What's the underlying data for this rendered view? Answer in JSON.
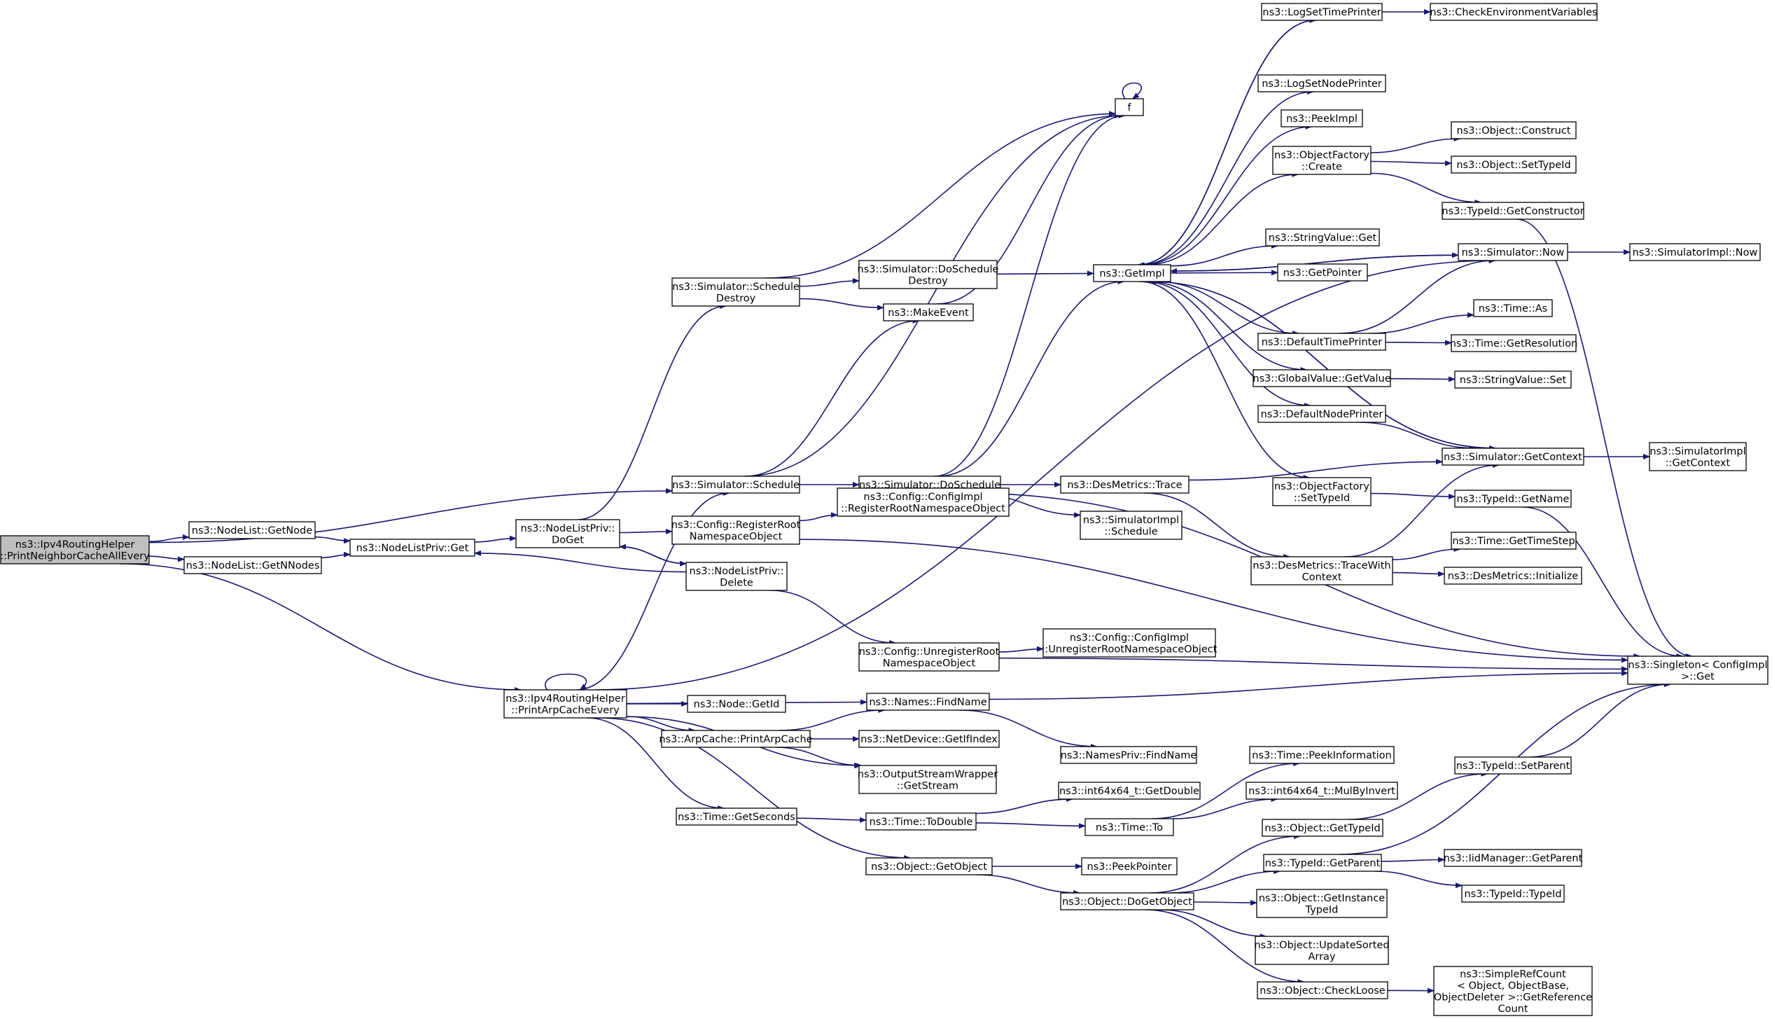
{
  "colors": {
    "edge": "#191970",
    "root_fill": "#bfbfbf",
    "node_border": "#000000",
    "truncated_border": "#ff0000",
    "node_fill": "#ffffff"
  },
  "graph": {
    "root": "ipv4_print_neighbor",
    "nodes": [
      {
        "id": "ipv4_print_neighbor",
        "lines": [
          "ns3::Ipv4RoutingHelper",
          "::PrintNeighborCacheAllEvery"
        ],
        "style": "root"
      },
      {
        "id": "nodelist_getnode",
        "lines": [
          "ns3::NodeList::GetNode"
        ],
        "style": "normal"
      },
      {
        "id": "nodelist_getnnodes",
        "lines": [
          "ns3::NodeList::GetNNodes"
        ],
        "style": "normal"
      },
      {
        "id": "nodelistpriv_get",
        "lines": [
          "ns3::NodeListPriv::Get"
        ],
        "style": "normal"
      },
      {
        "id": "nodelistpriv_doget",
        "lines": [
          "ns3::NodeListPriv::",
          "DoGet"
        ],
        "style": "normal"
      },
      {
        "id": "ipv4_print_arp",
        "lines": [
          "ns3::Ipv4RoutingHelper",
          "::PrintArpCacheEvery"
        ],
        "style": "normal"
      },
      {
        "id": "sim_schedule_destroy",
        "lines": [
          "ns3::Simulator::Schedule",
          "Destroy"
        ],
        "style": "normal"
      },
      {
        "id": "sim_schedule",
        "lines": [
          "ns3::Simulator::Schedule"
        ],
        "style": "normal"
      },
      {
        "id": "config_register_root",
        "lines": [
          "ns3::Config::RegisterRoot",
          "NamespaceObject"
        ],
        "style": "normal"
      },
      {
        "id": "nodelistpriv_delete",
        "lines": [
          "ns3::NodeListPriv::",
          "Delete"
        ],
        "style": "normal"
      },
      {
        "id": "node_getid",
        "lines": [
          "ns3::Node::GetId"
        ],
        "style": "normal"
      },
      {
        "id": "arpcache_print",
        "lines": [
          "ns3::ArpCache::PrintArpCache"
        ],
        "style": "normal"
      },
      {
        "id": "time_getseconds",
        "lines": [
          "ns3::Time::GetSeconds"
        ],
        "style": "normal"
      },
      {
        "id": "f",
        "lines": [
          "f"
        ],
        "style": "normal"
      },
      {
        "id": "sim_doschedule_destroy",
        "lines": [
          "ns3::Simulator::DoSchedule",
          "Destroy"
        ],
        "style": "truncated"
      },
      {
        "id": "makeevent",
        "lines": [
          "ns3::MakeEvent"
        ],
        "style": "normal"
      },
      {
        "id": "sim_doschedule",
        "lines": [
          "ns3::Simulator::DoSchedule"
        ],
        "style": "normal"
      },
      {
        "id": "configimpl_register",
        "lines": [
          "ns3::Config::ConfigImpl",
          "::RegisterRootNamespaceObject"
        ],
        "style": "normal"
      },
      {
        "id": "config_unregister",
        "lines": [
          "ns3::Config::UnregisterRoot",
          "NamespaceObject"
        ],
        "style": "normal"
      },
      {
        "id": "names_findname",
        "lines": [
          "ns3::Names::FindName"
        ],
        "style": "normal"
      },
      {
        "id": "netdevice_getifindex",
        "lines": [
          "ns3::NetDevice::GetIfIndex"
        ],
        "style": "normal"
      },
      {
        "id": "osw_getstream",
        "lines": [
          "ns3::OutputStreamWrapper",
          "::GetStream"
        ],
        "style": "normal"
      },
      {
        "id": "time_todouble",
        "lines": [
          "ns3::Time::ToDouble"
        ],
        "style": "normal"
      },
      {
        "id": "object_getobject",
        "lines": [
          "ns3::Object::GetObject"
        ],
        "style": "normal"
      },
      {
        "id": "getimpl",
        "lines": [
          "ns3::GetImpl"
        ],
        "style": "normal"
      },
      {
        "id": "desmetrics_trace",
        "lines": [
          "ns3::DesMetrics::Trace"
        ],
        "style": "normal"
      },
      {
        "id": "simimpl_schedule",
        "lines": [
          "ns3::SimulatorImpl",
          "::Schedule"
        ],
        "style": "normal"
      },
      {
        "id": "configimpl_unregister",
        "lines": [
          "ns3::Config::ConfigImpl",
          "::UnregisterRootNamespaceObject"
        ],
        "style": "normal"
      },
      {
        "id": "namespriv_findname",
        "lines": [
          "ns3::NamesPriv::FindName"
        ],
        "style": "normal"
      },
      {
        "id": "int64x64_getdouble",
        "lines": [
          "ns3::int64x64_t::GetDouble"
        ],
        "style": "normal"
      },
      {
        "id": "time_to",
        "lines": [
          "ns3::Time::To"
        ],
        "style": "normal"
      },
      {
        "id": "peekpointer",
        "lines": [
          "ns3::PeekPointer"
        ],
        "style": "normal"
      },
      {
        "id": "object_dogetobject",
        "lines": [
          "ns3::Object::DoGetObject"
        ],
        "style": "normal"
      },
      {
        "id": "logsettimeprinter",
        "lines": [
          "ns3::LogSetTimePrinter"
        ],
        "style": "normal"
      },
      {
        "id": "logsetnodeprinter",
        "lines": [
          "ns3::LogSetNodePrinter"
        ],
        "style": "normal"
      },
      {
        "id": "peekimpl",
        "lines": [
          "ns3::PeekImpl"
        ],
        "style": "normal"
      },
      {
        "id": "objectfactory_create",
        "lines": [
          "ns3::ObjectFactory",
          "::Create"
        ],
        "style": "normal"
      },
      {
        "id": "stringvalue_get",
        "lines": [
          "ns3::StringValue::Get"
        ],
        "style": "normal"
      },
      {
        "id": "getpointer",
        "lines": [
          "ns3::GetPointer"
        ],
        "style": "normal"
      },
      {
        "id": "defaulttimeprinter",
        "lines": [
          "ns3::DefaultTimePrinter"
        ],
        "style": "normal"
      },
      {
        "id": "globalvalue_getvalue",
        "lines": [
          "ns3::GlobalValue::GetValue"
        ],
        "style": "normal"
      },
      {
        "id": "defaultnodeprinter",
        "lines": [
          "ns3::DefaultNodePrinter"
        ],
        "style": "normal"
      },
      {
        "id": "objectfactory_settypeid",
        "lines": [
          "ns3::ObjectFactory",
          "::SetTypeId"
        ],
        "style": "normal"
      },
      {
        "id": "desmetrics_tracewith",
        "lines": [
          "ns3::DesMetrics::TraceWith",
          "Context"
        ],
        "style": "normal"
      },
      {
        "id": "time_peekinformation",
        "lines": [
          "ns3::Time::PeekInformation"
        ],
        "style": "truncated"
      },
      {
        "id": "int64x64_mulbyinvert",
        "lines": [
          "ns3::int64x64_t::MulByInvert"
        ],
        "style": "truncated"
      },
      {
        "id": "object_gettypeid",
        "lines": [
          "ns3::Object::GetTypeId"
        ],
        "style": "normal"
      },
      {
        "id": "typeid_getparent",
        "lines": [
          "ns3::TypeId::GetParent"
        ],
        "style": "normal"
      },
      {
        "id": "object_getinstancetypeid",
        "lines": [
          "ns3::Object::GetInstance",
          "TypeId"
        ],
        "style": "normal"
      },
      {
        "id": "object_updatesortedarray",
        "lines": [
          "ns3::Object::UpdateSorted",
          "Array"
        ],
        "style": "normal"
      },
      {
        "id": "object_checkloose",
        "lines": [
          "ns3::Object::CheckLoose"
        ],
        "style": "normal"
      },
      {
        "id": "checkenvvars",
        "lines": [
          "ns3::CheckEnvironmentVariables"
        ],
        "style": "truncated"
      },
      {
        "id": "object_construct",
        "lines": [
          "ns3::Object::Construct"
        ],
        "style": "truncated"
      },
      {
        "id": "object_settypeid",
        "lines": [
          "ns3::Object::SetTypeId"
        ],
        "style": "truncated"
      },
      {
        "id": "typeid_getconstructor",
        "lines": [
          "ns3::TypeId::GetConstructor"
        ],
        "style": "truncated"
      },
      {
        "id": "simulator_now",
        "lines": [
          "ns3::Simulator::Now"
        ],
        "style": "normal"
      },
      {
        "id": "time_as",
        "lines": [
          "ns3::Time::As"
        ],
        "style": "normal"
      },
      {
        "id": "time_getresolution",
        "lines": [
          "ns3::Time::GetResolution"
        ],
        "style": "truncated"
      },
      {
        "id": "stringvalue_set",
        "lines": [
          "ns3::StringValue::Set"
        ],
        "style": "normal"
      },
      {
        "id": "simulator_getcontext",
        "lines": [
          "ns3::Simulator::GetContext"
        ],
        "style": "normal"
      },
      {
        "id": "typeid_getname",
        "lines": [
          "ns3::TypeId::GetName"
        ],
        "style": "truncated"
      },
      {
        "id": "time_gettimestep",
        "lines": [
          "ns3::Time::GetTimeStep"
        ],
        "style": "normal"
      },
      {
        "id": "desmetrics_initialize",
        "lines": [
          "ns3::DesMetrics::Initialize"
        ],
        "style": "truncated"
      },
      {
        "id": "typeid_setparent",
        "lines": [
          "ns3::TypeId::SetParent"
        ],
        "style": "truncated"
      },
      {
        "id": "iidmanager_getparent",
        "lines": [
          "ns3::IidManager::GetParent"
        ],
        "style": "truncated"
      },
      {
        "id": "typeid_typeid",
        "lines": [
          "ns3::TypeId::TypeId"
        ],
        "style": "normal"
      },
      {
        "id": "simplerefcount",
        "lines": [
          "ns3::SimpleRefCount",
          "< Object, ObjectBase,",
          "ObjectDeleter >::GetReference",
          "Count"
        ],
        "style": "normal"
      },
      {
        "id": "simulatorimpl_now",
        "lines": [
          "ns3::SimulatorImpl::Now"
        ],
        "style": "normal"
      },
      {
        "id": "simulatorimpl_getcontext",
        "lines": [
          "ns3::SimulatorImpl",
          "::GetContext"
        ],
        "style": "normal"
      },
      {
        "id": "singleton_configimpl_get",
        "lines": [
          "ns3::Singleton< ConfigImpl",
          ">::Get"
        ],
        "style": "normal"
      }
    ],
    "edges": [
      [
        "ipv4_print_neighbor",
        "sim_schedule"
      ],
      [
        "ipv4_print_neighbor",
        "nodelist_getnode"
      ],
      [
        "ipv4_print_neighbor",
        "nodelist_getnnodes"
      ],
      [
        "ipv4_print_neighbor",
        "ipv4_print_arp"
      ],
      [
        "nodelist_getnode",
        "nodelistpriv_get"
      ],
      [
        "nodelist_getnnodes",
        "nodelistpriv_get"
      ],
      [
        "nodelistpriv_get",
        "nodelistpriv_doget"
      ],
      [
        "nodelistpriv_doget",
        "sim_schedule_destroy"
      ],
      [
        "nodelistpriv_doget",
        "config_register_root"
      ],
      [
        "nodelistpriv_doget",
        "nodelistpriv_delete"
      ],
      [
        "nodelistpriv_delete",
        "nodelistpriv_doget"
      ],
      [
        "nodelistpriv_delete",
        "nodelistpriv_get"
      ],
      [
        "nodelistpriv_delete",
        "config_unregister"
      ],
      [
        "ipv4_print_arp",
        "ipv4_print_arp"
      ],
      [
        "ipv4_print_arp",
        "sim_schedule"
      ],
      [
        "ipv4_print_arp",
        "simulator_now"
      ],
      [
        "ipv4_print_arp",
        "names_findname"
      ],
      [
        "ipv4_print_arp",
        "node_getid"
      ],
      [
        "ipv4_print_arp",
        "arpcache_print"
      ],
      [
        "ipv4_print_arp",
        "osw_getstream"
      ],
      [
        "ipv4_print_arp",
        "time_getseconds"
      ],
      [
        "ipv4_print_arp",
        "object_getobject"
      ],
      [
        "sim_schedule_destroy",
        "f"
      ],
      [
        "sim_schedule_destroy",
        "sim_doschedule_destroy"
      ],
      [
        "sim_schedule_destroy",
        "makeevent"
      ],
      [
        "sim_schedule",
        "makeevent"
      ],
      [
        "sim_schedule",
        "sim_doschedule"
      ],
      [
        "sim_schedule",
        "f"
      ],
      [
        "config_register_root",
        "configimpl_register"
      ],
      [
        "config_register_root",
        "singleton_configimpl_get"
      ],
      [
        "arpcache_print",
        "names_findname"
      ],
      [
        "arpcache_print",
        "netdevice_getifindex"
      ],
      [
        "arpcache_print",
        "osw_getstream"
      ],
      [
        "time_getseconds",
        "time_todouble"
      ],
      [
        "f",
        "f"
      ],
      [
        "sim_doschedule_destroy",
        "getimpl"
      ],
      [
        "makeevent",
        "f"
      ],
      [
        "sim_doschedule",
        "getimpl"
      ],
      [
        "sim_doschedule",
        "desmetrics_trace"
      ],
      [
        "sim_doschedule",
        "simimpl_schedule"
      ],
      [
        "sim_doschedule",
        "f"
      ],
      [
        "sim_doschedule",
        "singleton_configimpl_get"
      ],
      [
        "config_unregister",
        "configimpl_unregister"
      ],
      [
        "config_unregister",
        "singleton_configimpl_get"
      ],
      [
        "names_findname",
        "namespriv_findname"
      ],
      [
        "names_findname",
        "singleton_configimpl_get"
      ],
      [
        "time_todouble",
        "int64x64_getdouble"
      ],
      [
        "time_todouble",
        "time_to"
      ],
      [
        "object_getobject",
        "peekpointer"
      ],
      [
        "object_getobject",
        "object_dogetobject"
      ],
      [
        "getimpl",
        "logsettimeprinter"
      ],
      [
        "getimpl",
        "logsetnodeprinter"
      ],
      [
        "getimpl",
        "peekimpl"
      ],
      [
        "getimpl",
        "objectfactory_create"
      ],
      [
        "getimpl",
        "stringvalue_get"
      ],
      [
        "getimpl",
        "getpointer"
      ],
      [
        "getimpl",
        "defaulttimeprinter"
      ],
      [
        "getimpl",
        "globalvalue_getvalue"
      ],
      [
        "getimpl",
        "defaultnodeprinter"
      ],
      [
        "getimpl",
        "objectfactory_settypeid"
      ],
      [
        "getimpl",
        "simulator_now"
      ],
      [
        "getimpl",
        "simulator_getcontext"
      ],
      [
        "desmetrics_trace",
        "desmetrics_tracewith"
      ],
      [
        "desmetrics_trace",
        "simulator_getcontext"
      ],
      [
        "time_to",
        "time_peekinformation"
      ],
      [
        "time_to",
        "int64x64_mulbyinvert"
      ],
      [
        "object_dogetobject",
        "object_gettypeid"
      ],
      [
        "object_dogetobject",
        "typeid_getparent"
      ],
      [
        "object_dogetobject",
        "object_getinstancetypeid"
      ],
      [
        "object_dogetobject",
        "object_updatesortedarray"
      ],
      [
        "object_dogetobject",
        "object_checkloose"
      ],
      [
        "logsettimeprinter",
        "checkenvvars"
      ],
      [
        "logsettimeprinter",
        "getimpl"
      ],
      [
        "objectfactory_create",
        "object_construct"
      ],
      [
        "objectfactory_create",
        "object_settypeid"
      ],
      [
        "objectfactory_create",
        "typeid_getconstructor"
      ],
      [
        "defaulttimeprinter",
        "simulator_now"
      ],
      [
        "defaulttimeprinter",
        "time_as"
      ],
      [
        "defaulttimeprinter",
        "time_getresolution"
      ],
      [
        "globalvalue_getvalue",
        "stringvalue_set"
      ],
      [
        "defaultnodeprinter",
        "simulator_getcontext"
      ],
      [
        "objectfactory_settypeid",
        "typeid_getname"
      ],
      [
        "desmetrics_tracewith",
        "simulator_getcontext"
      ],
      [
        "desmetrics_tracewith",
        "time_gettimestep"
      ],
      [
        "desmetrics_tracewith",
        "desmetrics_initialize"
      ],
      [
        "object_gettypeid",
        "typeid_setparent"
      ],
      [
        "typeid_getparent",
        "iidmanager_getparent"
      ],
      [
        "typeid_getparent",
        "typeid_typeid"
      ],
      [
        "typeid_getparent",
        "singleton_configimpl_get"
      ],
      [
        "object_checkloose",
        "simplerefcount"
      ],
      [
        "typeid_getconstructor",
        "singleton_configimpl_get"
      ],
      [
        "simulator_now",
        "simulatorimpl_now"
      ],
      [
        "simulator_now",
        "getimpl"
      ],
      [
        "simulator_getcontext",
        "simulatorimpl_getcontext"
      ],
      [
        "simulator_getcontext",
        "getimpl"
      ],
      [
        "typeid_getname",
        "singleton_configimpl_get"
      ],
      [
        "typeid_setparent",
        "singleton_configimpl_get"
      ]
    ]
  }
}
